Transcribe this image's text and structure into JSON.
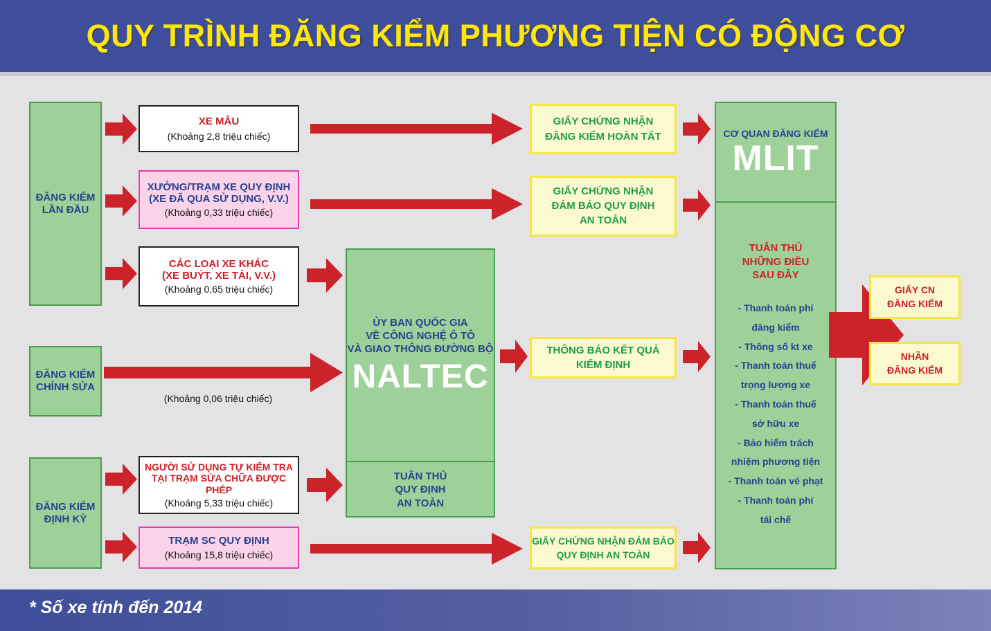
{
  "header": {
    "title": "QUY TRÌNH ĐĂNG KIỂM PHƯƠNG TIỆN CÓ ĐỘNG CƠ"
  },
  "footer": {
    "note": "* Số xe tính đến 2014"
  },
  "colors": {
    "header_bg": "#3f4e9b",
    "title_text": "#ffe70d",
    "canvas_bg": "#e3e3e5",
    "green_fill": "#9ed19a",
    "green_border": "#4c9d50",
    "pink_fill": "#fbd3e8",
    "pink_border": "#e43fae",
    "yellow_fill": "#fcf8d0",
    "yellow_border": "#f5e642",
    "arrow_red": "#cc2229",
    "blue_text": "#26418f",
    "red_text": "#cf2026",
    "green_text": "#1e9e4a"
  },
  "stages": {
    "first": {
      "line1": "ĐĂNG KIỂM",
      "line2": "LẦN ĐẦU"
    },
    "modified": {
      "line1": "ĐĂNG KIỂM",
      "line2": "CHỈNH SỬA"
    },
    "periodic": {
      "line1": "ĐĂNG KIỂM",
      "line2": "ĐỊNH KỲ"
    }
  },
  "inputs": {
    "sample_vehicle": {
      "title": "XE MẪU",
      "count": "(Khoảng 2,8 triệu chiếc)"
    },
    "workshop": {
      "title1": "XƯỞNG/TRẠM XE QUY ĐỊNH",
      "title2": "(XE ĐÃ QUA SỬ DỤNG, V.V.)",
      "count": "(Khoảng 0,33 triệu chiếc)"
    },
    "other_vehicles": {
      "title1": "CÁC LOẠI XE KHÁC",
      "title2": "(XE BUÝT, XE TẢI, V.V.)",
      "count": "(Khoảng 0,65 triệu chiếc)"
    },
    "modified_count": "(Khoảng 0,06 triệu chiếc)",
    "self_check": {
      "title1": "NGƯỜI SỬ DỤNG TỰ KIỂM TRA",
      "title2": "TẠI TRẠM SỬA CHỮA ĐƯỢC PHÉP",
      "count": "(Khoảng 5,33 triệu chiếc)"
    },
    "repair_station": {
      "title": "TRẠM SC QUY ĐỊNH",
      "count": "(Khoảng 15,8 triệu chiếc)"
    }
  },
  "naltec": {
    "line1": "ỦY BAN QUỐC GIA",
    "line2": "VỀ CÔNG NGHỆ Ô TÔ",
    "line3": "VÀ GIAO THÔNG ĐƯỜNG BỘ",
    "acronym": "NALTEC",
    "footer1": "TUÂN THỦ",
    "footer2": "QUY ĐỊNH",
    "footer3": "AN TOÀN"
  },
  "certificates": {
    "completed": {
      "line1": "GIẤY CHỨNG NHẬN",
      "line2": "ĐĂNG KIỂM HOÀN TẤT"
    },
    "safety_assurance": {
      "line1": "GIẤY CHỨNG NHẬN",
      "line2": "ĐẢM BẢO QUY ĐỊNH",
      "line3": "AN TOÀN"
    },
    "inspection_result": {
      "line1": "THÔNG BÁO KẾT QUẢ",
      "line2": "KIỂM ĐỊNH"
    },
    "safety_regulation": {
      "line1": "GIẤY CHỨNG NHẬN ĐẢM BẢO",
      "line2": "QUY ĐỊNH AN TOÀN"
    }
  },
  "mlit": {
    "label": "CƠ QUAN ĐĂNG KIỂM",
    "acronym": "MLIT",
    "requirements_title1": "TUÂN THỦ",
    "requirements_title2": "NHỮNG ĐIỀU",
    "requirements_title3": "SAU ĐÂY",
    "requirements": [
      "- Thanh toán phí\nđăng kiểm",
      "- Thông số kt xe",
      "- Thanh toán thuế\ntrọng lượng xe",
      "- Thanh toán thuế\nsở hữu xe",
      "- Bảo hiểm trách\nnhiệm phương tiện",
      "- Thanh toán vé phạt",
      "- Thanh toán phí\ntái chế"
    ]
  },
  "outputs": {
    "certificate": {
      "line1": "GIẤY CN",
      "line2": "ĐĂNG KIỂM"
    },
    "sticker": {
      "line1": "NHÃN",
      "line2": "ĐĂNG KIỂM"
    }
  },
  "icons": {
    "arrow": "arrow-right-icon",
    "big_arrow": "big-arrow-right-icon"
  }
}
